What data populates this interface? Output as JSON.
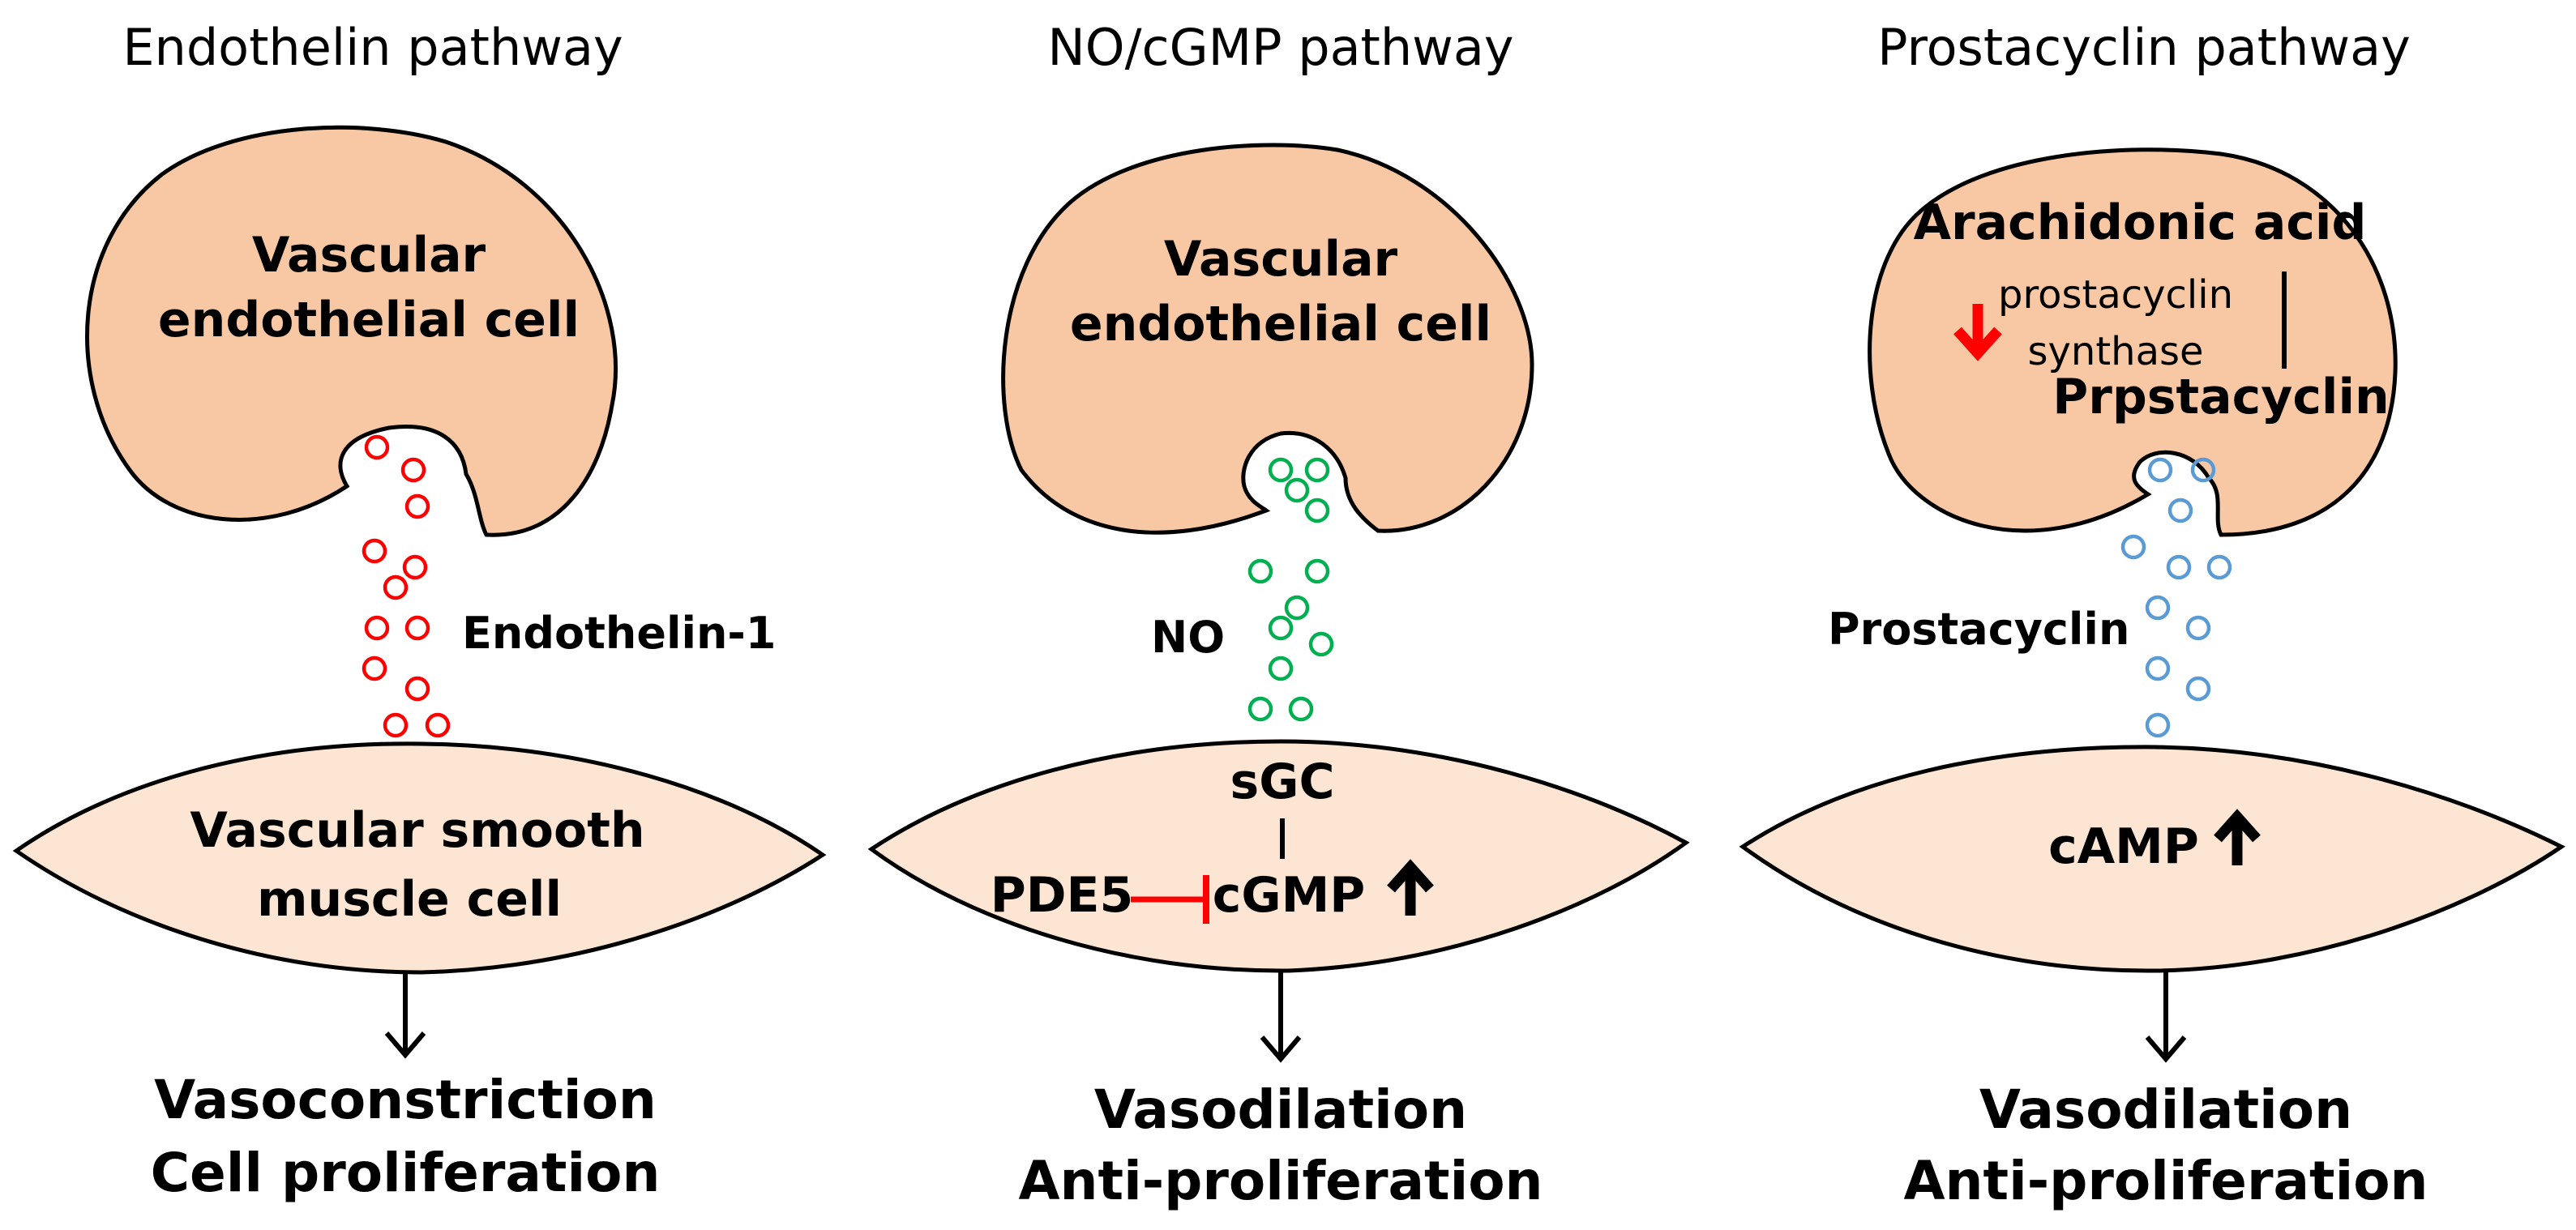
{
  "colors": {
    "endothelial_cell": "#f8c8a4",
    "smooth_muscle_cell": "#fde5d4",
    "endothelin_vesicles": "#ff0000",
    "no_vesicles": "#00b050",
    "prostacyclin_vesicles": "#5b9bd5",
    "inhibition": "#ff0000",
    "down_arrow": "#ff0000"
  },
  "panels": [
    {
      "title": "Endothelin pathway",
      "endothelial_label": [
        "Vascular",
        "endothelial cell"
      ],
      "mediator": "Endothelin-1",
      "vesicle_color": "#ff0000",
      "smooth_muscle_label": [
        "Vascular smooth",
        "muscle cell"
      ],
      "outcomes": [
        "Vasoconstriction",
        "Cell proliferation"
      ]
    },
    {
      "title": "NO/cGMP pathway",
      "endothelial_label": [
        "Vascular",
        "endothelial cell"
      ],
      "mediator": "NO",
      "vesicle_color": "#00b050",
      "signaling": {
        "sgc": "sGC",
        "cgmp": "cGMP",
        "pde5": "PDE5"
      },
      "outcomes": [
        "Vasodilation",
        "Anti-proliferation"
      ]
    },
    {
      "title": "Prostacyclin pathway",
      "synthesis": {
        "substrate": "Arachidonic acid",
        "enzyme": [
          "prostacyclin",
          "synthase"
        ],
        "product": "Prpstacyclin"
      },
      "mediator": "Prostacyclin",
      "vesicle_color": "#5b9bd5",
      "signaling": {
        "camp": "cAMP"
      },
      "outcomes": [
        "Vasodilation",
        "Anti-proliferation"
      ]
    }
  ]
}
